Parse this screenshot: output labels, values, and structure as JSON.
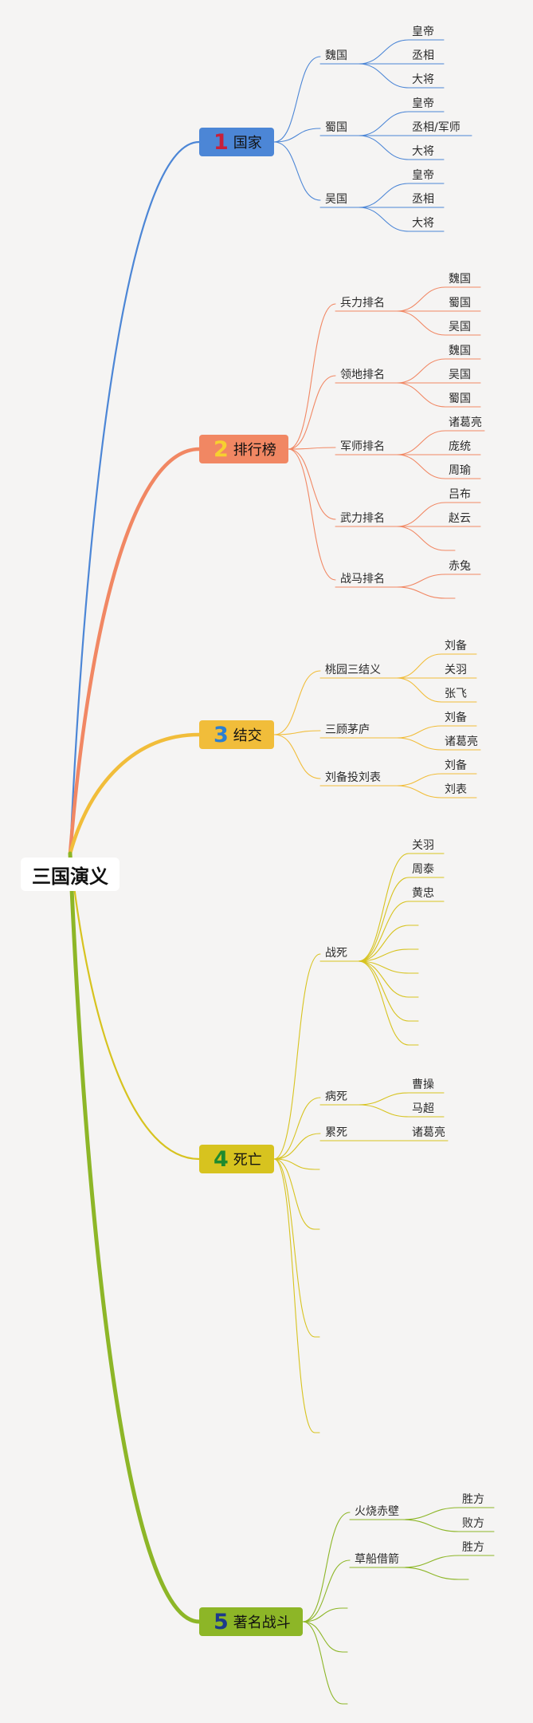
{
  "root": {
    "label": "三国演义"
  },
  "branches": [
    {
      "num": "1",
      "label": "国家",
      "color": "#4c86d6",
      "num_color": "#c8203a",
      "children": [
        {
          "label": "魏国",
          "children": [
            {
              "label": "皇帝"
            },
            {
              "label": "丞相"
            },
            {
              "label": "大将"
            }
          ]
        },
        {
          "label": "蜀国",
          "children": [
            {
              "label": "皇帝"
            },
            {
              "label": "丞相/军师"
            },
            {
              "label": "大将"
            }
          ]
        },
        {
          "label": "吴国",
          "children": [
            {
              "label": "皇帝"
            },
            {
              "label": "丞相"
            },
            {
              "label": "大将"
            }
          ]
        }
      ]
    },
    {
      "num": "2",
      "label": "排行榜",
      "color": "#f18763",
      "num_color": "#f7d030",
      "children": [
        {
          "label": "兵力排名",
          "children": [
            {
              "label": "魏国"
            },
            {
              "label": "蜀国"
            },
            {
              "label": "吴国"
            }
          ]
        },
        {
          "label": "领地排名",
          "children": [
            {
              "label": "魏国"
            },
            {
              "label": "吴国"
            },
            {
              "label": "蜀国"
            }
          ]
        },
        {
          "label": "军师排名",
          "children": [
            {
              "label": "诸葛亮"
            },
            {
              "label": "庞统"
            },
            {
              "label": "周瑜"
            }
          ]
        },
        {
          "label": "武力排名",
          "children": [
            {
              "label": "吕布"
            },
            {
              "label": "赵云"
            },
            {
              "label": ""
            }
          ]
        },
        {
          "label": "战马排名",
          "children": [
            {
              "label": "赤兔"
            },
            {
              "label": ""
            }
          ]
        }
      ]
    },
    {
      "num": "3",
      "label": "结交",
      "color": "#f1bd3a",
      "num_color": "#2c7fd0",
      "children": [
        {
          "label": "桃园三结义",
          "children": [
            {
              "label": "刘备"
            },
            {
              "label": "关羽"
            },
            {
              "label": "张飞"
            }
          ]
        },
        {
          "label": "三顾茅庐",
          "children": [
            {
              "label": "刘备"
            },
            {
              "label": "诸葛亮"
            }
          ]
        },
        {
          "label": "刘备投刘表",
          "children": [
            {
              "label": "刘备"
            },
            {
              "label": "刘表"
            }
          ]
        }
      ]
    },
    {
      "num": "4",
      "label": "死亡",
      "color": "#d7c31f",
      "num_color": "#1e8a2e",
      "children": [
        {
          "label": "战死",
          "children": [
            {
              "label": "关羽"
            },
            {
              "label": "周泰"
            },
            {
              "label": "黄忠"
            },
            {
              "label": ""
            },
            {
              "label": ""
            },
            {
              "label": ""
            },
            {
              "label": ""
            },
            {
              "label": ""
            },
            {
              "label": ""
            }
          ]
        },
        {
          "label": "病死",
          "children": [
            {
              "label": "曹操"
            },
            {
              "label": "马超"
            }
          ]
        },
        {
          "label": "累死",
          "children": [
            {
              "label": "诸葛亮"
            }
          ]
        },
        {
          "label": "",
          "children": []
        },
        {
          "label": "",
          "children": []
        },
        {
          "label": "",
          "children": []
        },
        {
          "label": "",
          "children": []
        }
      ]
    },
    {
      "num": "5",
      "label": "著名战斗",
      "color": "#8db627",
      "num_color": "#1d3a8a",
      "children": [
        {
          "label": "火烧赤壁",
          "children": [
            {
              "label": "胜方"
            },
            {
              "label": "败方"
            }
          ]
        },
        {
          "label": "草船借箭",
          "children": [
            {
              "label": "胜方"
            },
            {
              "label": ""
            }
          ]
        },
        {
          "label": "",
          "children": []
        },
        {
          "label": "",
          "children": []
        },
        {
          "label": "",
          "children": []
        }
      ]
    }
  ]
}
